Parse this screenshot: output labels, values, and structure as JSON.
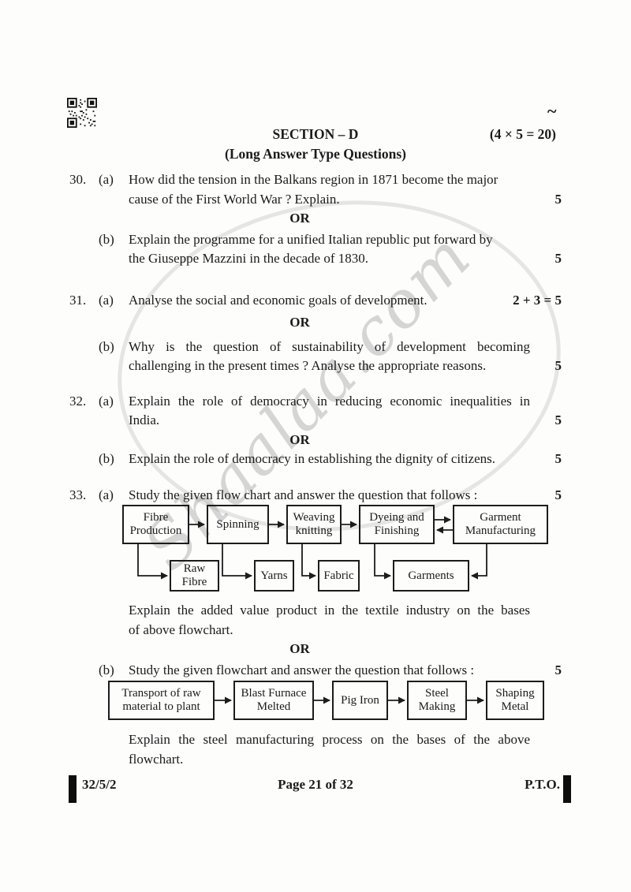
{
  "page": {
    "tilde": "~",
    "watermark": "Shaalaa.com"
  },
  "header": {
    "section_title": "SECTION – D",
    "section_marks": "(4 × 5 = 20)",
    "section_subtitle": "(Long Answer Type Questions)"
  },
  "or_label": "OR",
  "questions": {
    "q30": {
      "number": "30.",
      "a": {
        "label": "(a)",
        "lines": [
          "How did the tension in the Balkans region in 1871 become the major",
          "cause of the First World War ? Explain."
        ],
        "marks": "5"
      },
      "b": {
        "label": "(b)",
        "lines": [
          "Explain the programme for a unified Italian republic put forward by",
          "the Giuseppe Mazzini in the decade of 1830."
        ],
        "marks": "5"
      }
    },
    "q31": {
      "number": "31.",
      "a": {
        "label": "(a)",
        "lines": [
          "Analyse the social and economic goals of development."
        ],
        "marks": "2 + 3 = 5"
      },
      "b": {
        "label": "(b)",
        "lines": [
          "Why is the question of sustainability of development becoming",
          "challenging in the present times ? Analyse the appropriate reasons."
        ],
        "marks": "5"
      }
    },
    "q32": {
      "number": "32.",
      "a": {
        "label": "(a)",
        "lines": [
          "Explain the role of democracy in reducing economic inequalities in",
          "India."
        ],
        "marks": "5"
      },
      "b": {
        "label": "(b)",
        "lines": [
          "Explain the role of democracy in establishing the dignity of citizens."
        ],
        "marks": "5"
      }
    },
    "q33": {
      "number": "33.",
      "a": {
        "label": "(a)",
        "lines": [
          "Study the given flow chart and answer the question that follows :"
        ],
        "marks": "5",
        "after": [
          "Explain the added value product in the textile industry on the bases",
          "of above flowchart."
        ]
      },
      "b": {
        "label": "(b)",
        "lines": [
          "Study the given flowchart and answer the question that follows :"
        ],
        "marks": "5",
        "after": [
          "Explain the steel manufacturing process on the bases of the above",
          "flowchart."
        ]
      }
    }
  },
  "flowchart_textile": {
    "top_boxes": [
      "Fibre\nProduction",
      "Spinning",
      "Weaving\nknitting",
      "Dyeing and\nFinishing",
      "Garment\nManufacturing"
    ],
    "bottom_boxes": [
      "Raw\nFibre",
      "Yarns",
      "Fabric",
      "Garments"
    ]
  },
  "flowchart_steel": {
    "boxes": [
      "Transport of raw\nmaterial to plant",
      "Blast Furnace\nMelted",
      "Pig Iron",
      "Steel\nMaking",
      "Shaping\nMetal"
    ]
  },
  "footer": {
    "code": "32/5/2",
    "page": "Page 21 of 32",
    "pto": "P.T.O."
  }
}
